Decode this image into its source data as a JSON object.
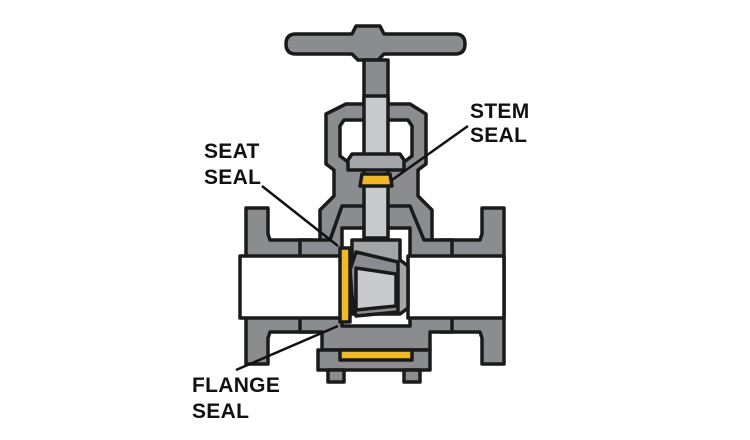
{
  "labels": {
    "stem_seal": [
      "STEM",
      "SEAL"
    ],
    "seat_seal": [
      "SEAT",
      "SEAL"
    ],
    "flange_seal": [
      "FLANGE",
      "SEAL"
    ]
  },
  "colors": {
    "body": "#8a8c8f",
    "body_light": "#a3a5a8",
    "stem": "#c8cacc",
    "interior": "#ffffff",
    "outline": "#1a1a1a",
    "seal": "#f0b928",
    "leader": "#111111"
  }
}
